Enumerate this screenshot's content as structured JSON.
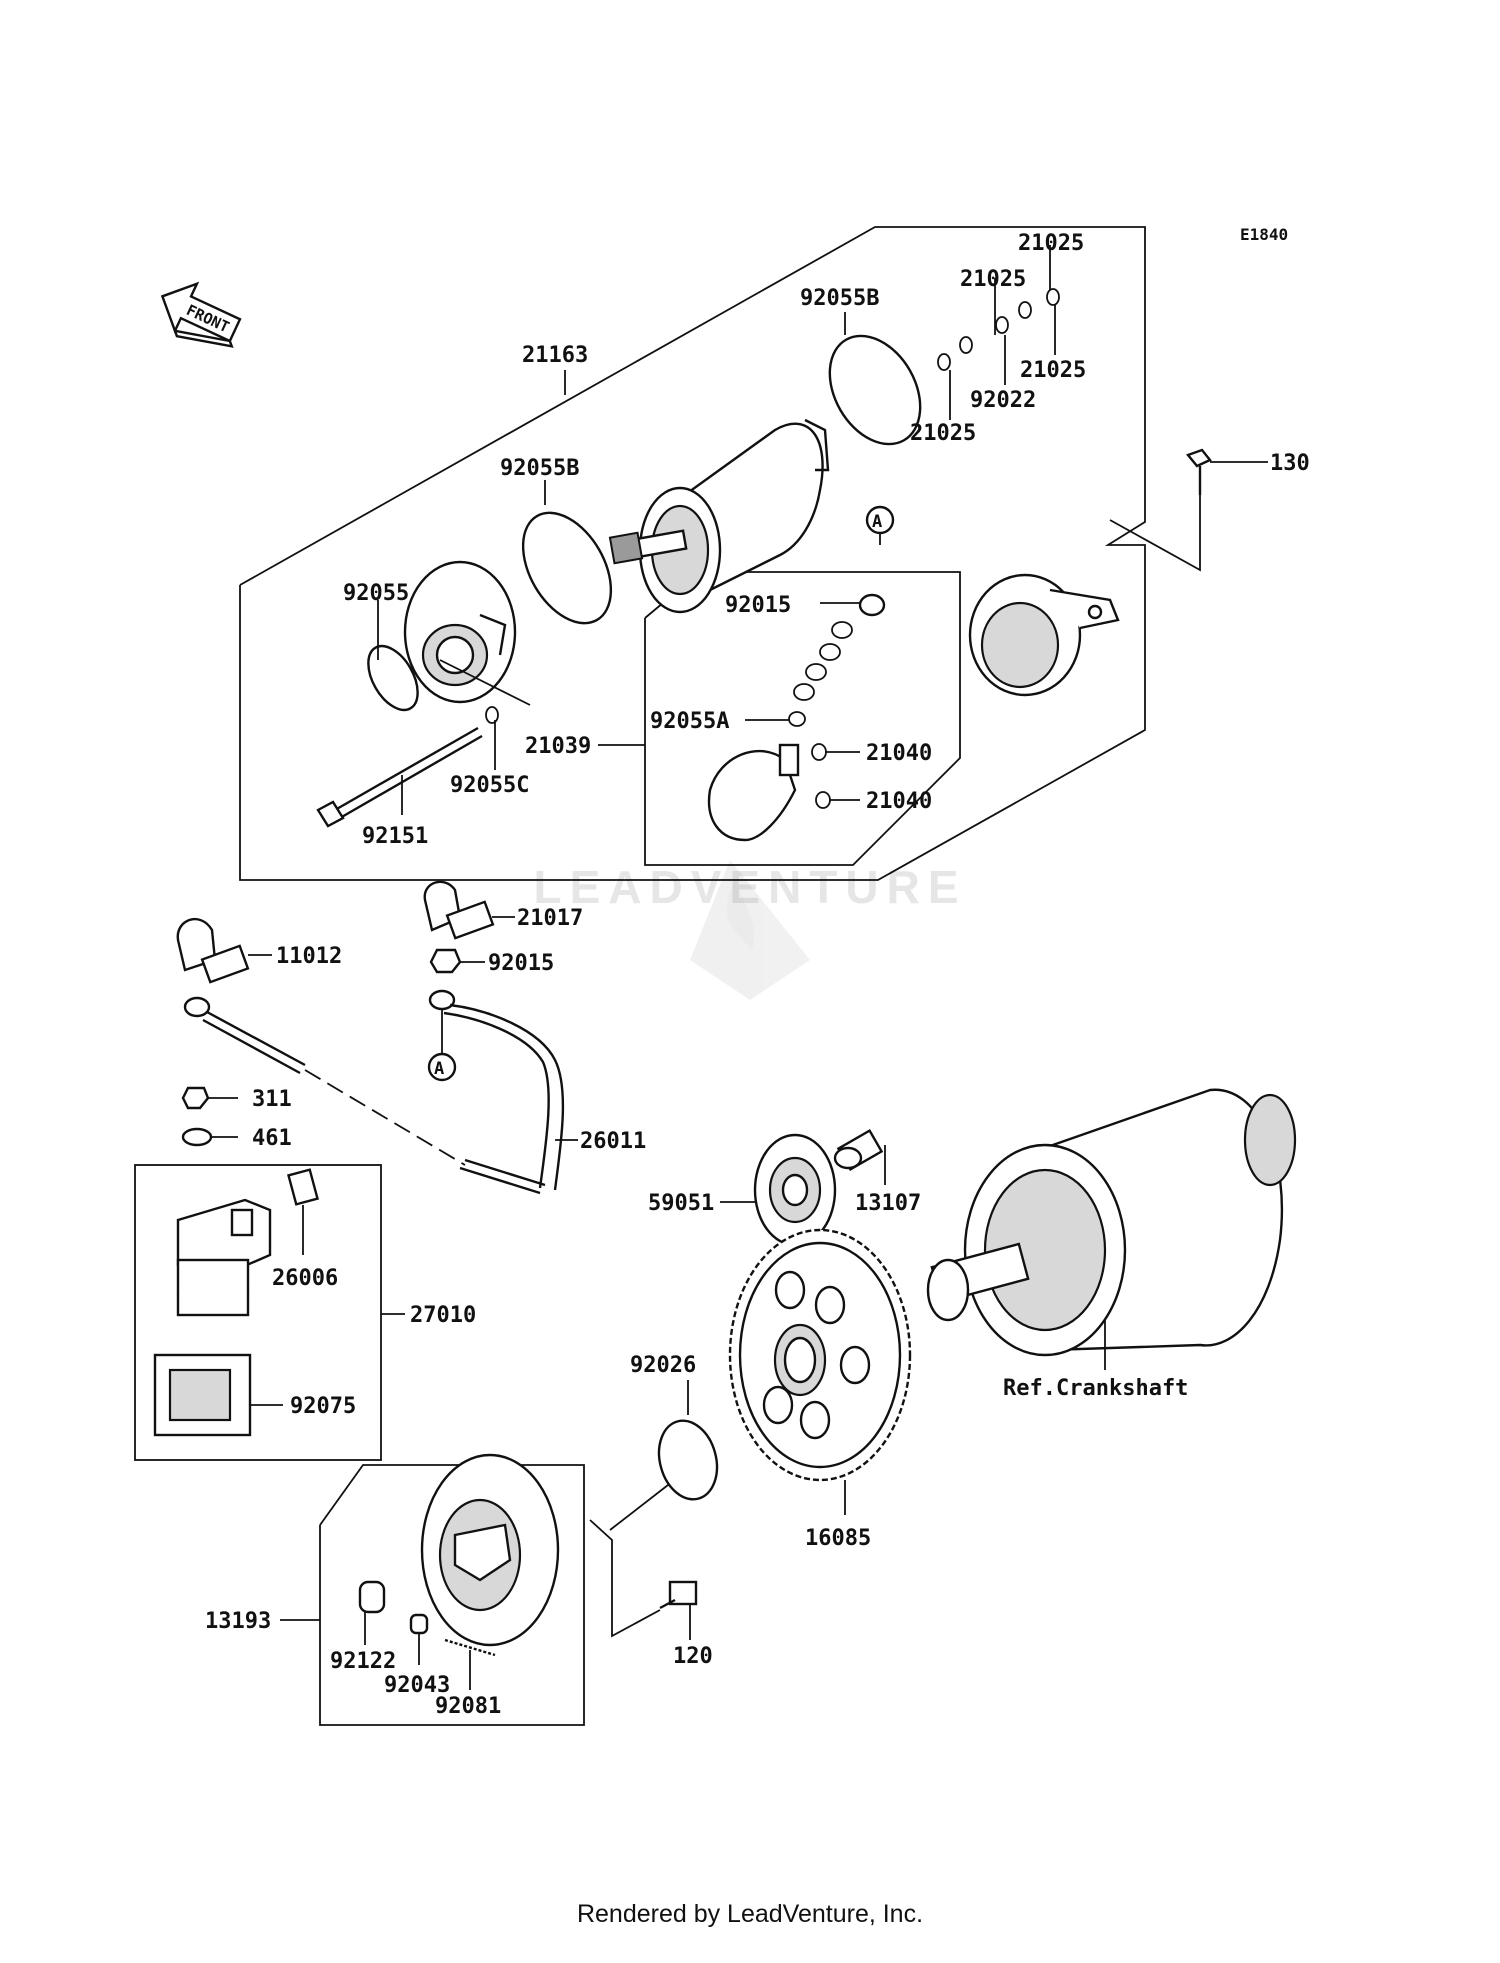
{
  "diagram": {
    "code": "E1840",
    "front_label": "FRONT",
    "ref_label": "Ref.Crankshaft",
    "callout_letter": "A",
    "part_labels": {
      "p21163": "21163",
      "p92055B_a": "92055B",
      "p92055B_b": "92055B",
      "p21025_a": "21025",
      "p21025_b": "21025",
      "p21025_c": "21025",
      "p21025_d": "21025",
      "p92022": "92022",
      "p130": "130",
      "p92055": "92055",
      "p92015_a": "92015",
      "p92055A": "92055A",
      "p21039": "21039",
      "p21040_a": "21040",
      "p21040_b": "21040",
      "p92055C": "92055C",
      "p92151": "92151",
      "p21017": "21017",
      "p11012": "11012",
      "p92015_b": "92015",
      "p311": "311",
      "p461": "461",
      "p26011": "26011",
      "p26006": "26006",
      "p27010": "27010",
      "p92075": "92075",
      "p59051": "59051",
      "p13107": "13107",
      "p92026": "92026",
      "p16085": "16085",
      "p13193": "13193",
      "p92122": "92122",
      "p92043": "92043",
      "p92081": "92081",
      "p120": "120"
    }
  },
  "watermark": "LEADVENTURE",
  "footer": "Rendered by LeadVenture, Inc."
}
